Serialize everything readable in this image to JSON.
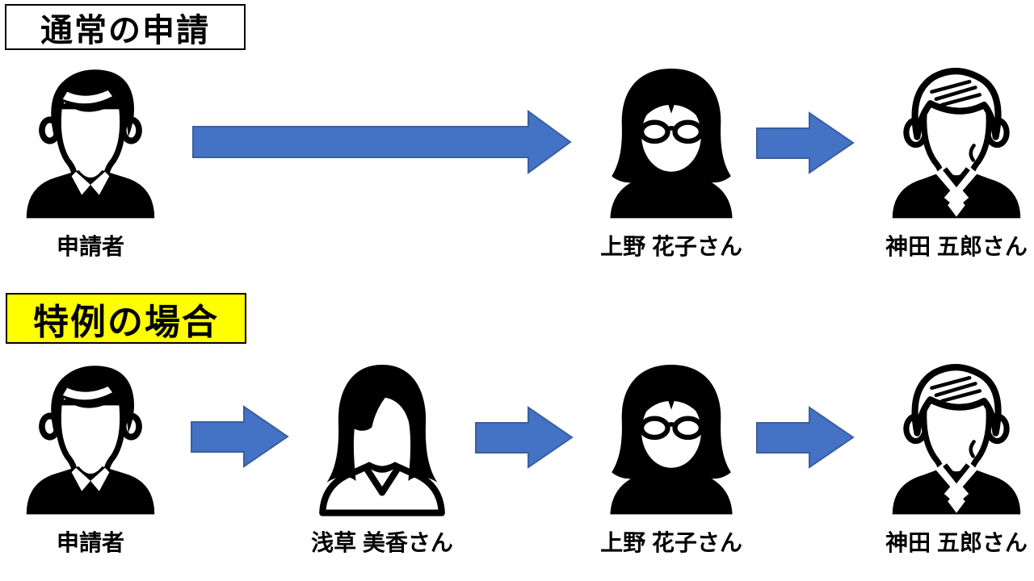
{
  "diagram": {
    "background": "#FFFFFF",
    "arrow_color": "#4472C4",
    "arrow_border_color": "#3A5F9E",
    "icon_color": "#000000",
    "highlight_color": "#FFFF00"
  },
  "sections": [
    {
      "title": "通常の申請",
      "title_bg": "#FFFFFF",
      "steps": [
        {
          "label": "申請者",
          "icon": "businessman-icon"
        },
        {
          "label": "上野 花子さん",
          "icon": "woman-glasses-icon"
        },
        {
          "label": "神田 五郎さん",
          "icon": "elderly-man-icon"
        }
      ],
      "arrows": [
        "long-right-arrow",
        "short-right-arrow"
      ]
    },
    {
      "title": "特例の場合",
      "title_bg": "#FFFF00",
      "steps": [
        {
          "label": "申請者",
          "icon": "businessman-icon"
        },
        {
          "label": "浅草 美香さん",
          "icon": "young-woman-icon"
        },
        {
          "label": "上野 花子さん",
          "icon": "woman-glasses-icon"
        },
        {
          "label": "神田 五郎さん",
          "icon": "elderly-man-icon"
        }
      ],
      "arrows": [
        "short-right-arrow",
        "short-right-arrow",
        "short-right-arrow"
      ]
    }
  ]
}
